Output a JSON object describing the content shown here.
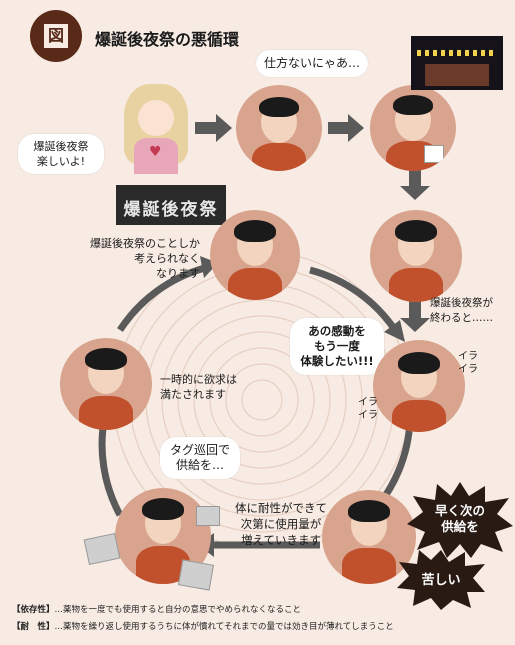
{
  "header": {
    "badge": "図",
    "title": "爆誕後夜祭の悪循環"
  },
  "speech": {
    "girl": "爆誕後夜祭\n楽しいよ!",
    "reluctant": "仕方ないにゃあ…",
    "relive": "あの感動を\nもう一度\n体験したい!!!",
    "supply": "タグ巡回で\n供給を…"
  },
  "captions": {
    "obsessed": "爆誕後夜祭のことしか\n考えられなく\nなります",
    "ends": "爆誕後夜祭が\n終わると……",
    "satisfied": "一時的に欲求は\n満たされます",
    "tolerance": "体に耐性ができて\n次第に使用量が\n増えていきます",
    "irritated_1": "イラ\nイラ",
    "irritated_2": "イラ\nイラ"
  },
  "bursts": {
    "next_supply": "早く次の\n供給を",
    "painful": "苦しい"
  },
  "logo": {
    "main": "爆誕後夜祭"
  },
  "definitions": [
    {
      "term": "【依存性】",
      "text": "…薬物を一度でも使用すると自分の意思でやめられなくなること"
    },
    {
      "term": "【耐　性】",
      "text": "…薬物を繰り返し使用するうちに体が慣れてそれまでの量では効き目が薄れてしまうこと"
    }
  ],
  "colors": {
    "background": "#f7ebe3",
    "circle": "#d9a48e",
    "arrow": "#5a5a5a",
    "accent": "#c0512c",
    "burst": "#2a1a14"
  }
}
